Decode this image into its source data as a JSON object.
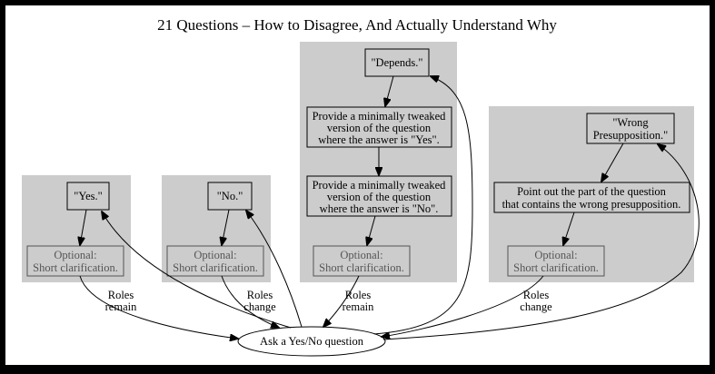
{
  "title": "21 Questions – How to Disagree, And Actually Understand Why",
  "nodes": {
    "yes": "\"Yes.\"",
    "no": "\"No.\"",
    "depends": "\"Depends.\"",
    "tweak_yes": [
      "Provide a minimally tweaked",
      "version of the question",
      "where the answer is \"Yes\"."
    ],
    "tweak_no": [
      "Provide a minimally tweaked",
      "version of the question",
      "where the answer is \"No\"."
    ],
    "wrong_presupposition": [
      "\"Wrong",
      "Presupposition.\""
    ],
    "point_out": [
      "Point out the part of the question",
      "that contains the wrong presupposition."
    ],
    "optional_clarification": [
      "Optional:",
      "Short clarification."
    ],
    "ask": "Ask a Yes/No question"
  },
  "edge_labels": {
    "yes": [
      "Roles",
      "remain"
    ],
    "no": [
      "Roles",
      "change"
    ],
    "depends": [
      "Roles",
      "remain"
    ],
    "wrong": [
      "Roles",
      "change"
    ]
  }
}
